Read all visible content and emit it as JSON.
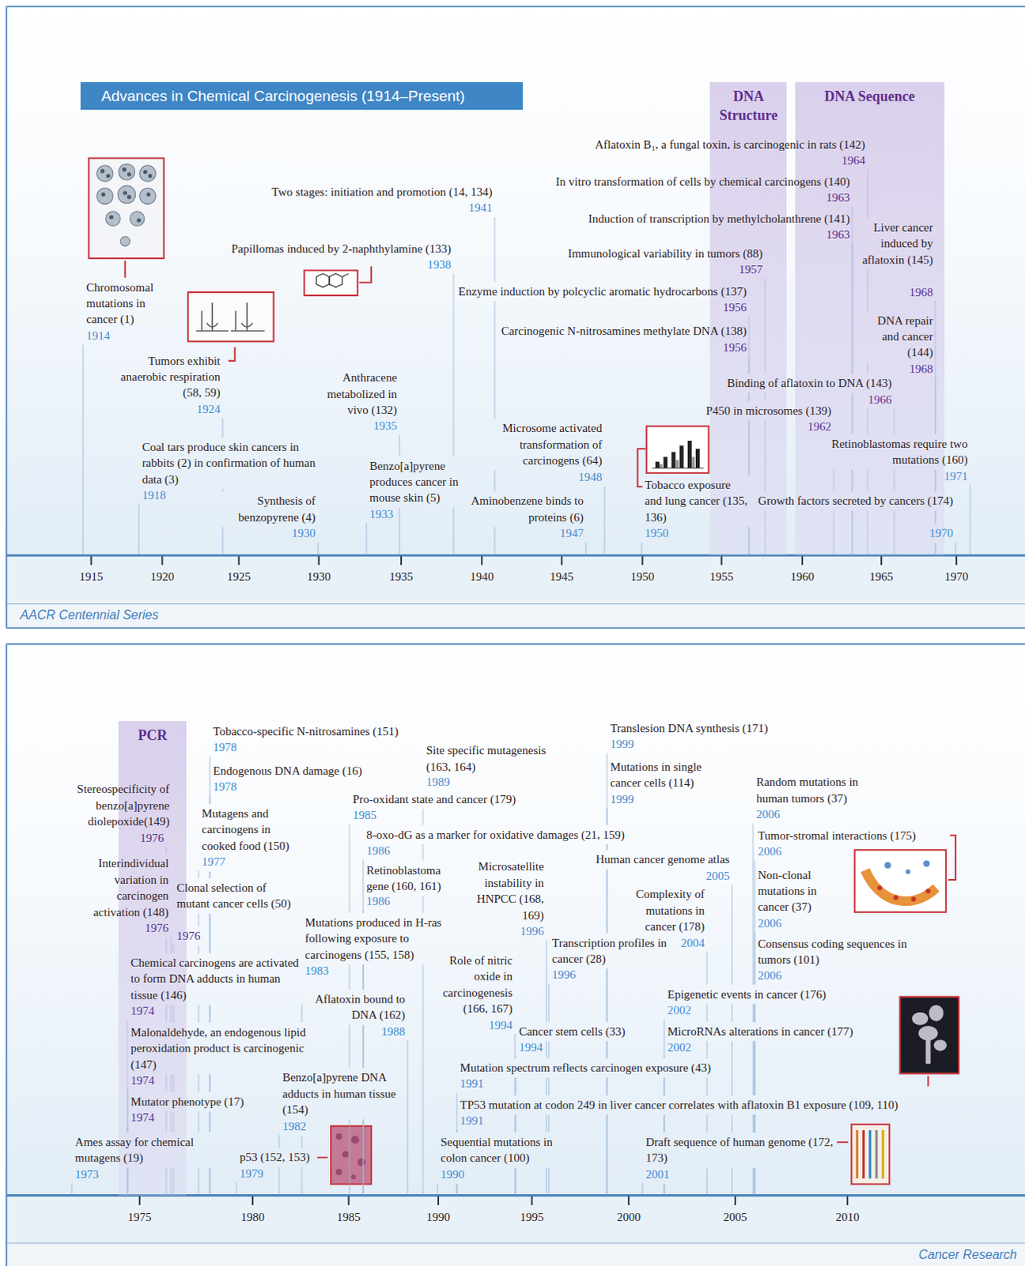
{
  "diagram": {
    "title": "Advances in Chemical Carcinogenesis (1914–Present)",
    "nodes": [
      {
        "text": [
          "DNA Structure"
        ]
      },
      {
        "text": [
          "DNA Sequence"
        ]
      },
      {
        "text": [
          "PCR"
        ]
      }
    ],
    "labels": [
      "Chromosomal mutations in cancer (1)",
      "1914",
      "Tumors exhibit anaerobic respiration (58, 59)",
      "1924",
      "Coal tars produce skin cancers in rabbits (2) in confirmation of human data (3)",
      "1918",
      "Synthesis of benzopyrene (4)",
      "1930",
      "Benzo[a]pyrene produces cancer in mouse skin (5)",
      "1933",
      "Anthracene metabolized in vivo (132)",
      "1935",
      "Papillomas induced by 2-naphthylamine (133)",
      "1938",
      "Two stages: initiation and promotion (14, 134)",
      "1941",
      "Aminobenzene binds to proteins (6)",
      "1947",
      "Microsome activated transformation of carcinogens (64)",
      "1948",
      "Tobacco exposure and lung cancer (135, 136)",
      "1950",
      "Enzyme induction by polcyclic aromatic hydrocarbons (137)",
      "1956",
      "Carcinogenic N-nitrosamines methylate DNA (138)",
      "1956",
      "Immunological variability in tumors (88)",
      "1957",
      "P450 in microsomes (139)",
      "1962",
      "In vitro transformation of cells by chemical carcinogens (140)",
      "1963",
      "Induction of transcription by methylcholanthrene (141)",
      "1963",
      "Aflatoxin B₁, a fungal toxin, is carcinogenic in rats (142)",
      "1964",
      "Binding of aflatoxin to DNA (143)",
      "1966",
      "Liver cancer induced by aflatoxin (145)",
      "1968",
      "DNA repair and cancer (144)",
      "1968",
      "Growth factors secreted by cancers (174)",
      "1970",
      "Retinoblastomas require two mutations (160)",
      "1971",
      "1915",
      "1920",
      "1925",
      "1930",
      "1935",
      "1940",
      "1945",
      "1950",
      "1955",
      "1960",
      "1965",
      "1970",
      "AACR Centennial Series",
      "Ames assay for chemical mutagens (19)",
      "1973",
      "Mutator phenotype (17)",
      "1974",
      "Malonaldehyde, an endogenous lipid peroxidation product is carcinogenic (147)",
      "1974",
      "Chemical carcinogens are activated to form DNA adducts in human tissue (146)",
      "1974",
      "Stereospecificity of benzo[a]pyrene diolepoxide(149)",
      "1976",
      "Interindividual variation in carcinogen activation (148)",
      "1976",
      "Clonal selection of mutant cancer cells (50)",
      "1976",
      "Mutagens and carcinogens in cooked food (150)",
      "1977",
      "Tobacco-specific N-nitrosamines (151)",
      "1978",
      "Endogenous DNA damage (16)",
      "1978",
      "p53 (152, 153)",
      "1979",
      "Benzo[a]pyrene DNA adducts in human tissue (154)",
      "1982",
      "Mutations produced in H-ras following exposure to carcinogens (155, 158)",
      "1983",
      "Pro-oxidant state and cancer (179)",
      "1985",
      "8-oxo-dG as a marker for oxidative damages (21, 159)",
      "1986",
      "Retinoblastoma gene (160, 161)",
      "1986",
      "Aflatoxin bound to DNA (162)",
      "1988",
      "Site specific mutagenesis (163, 164)",
      "1989",
      "Sequential mutations in colon cancer (100)",
      "1990",
      "Mutation spectrum reflects carcinogen exposure (43)",
      "1991",
      "TP53 mutation at codon 249 in liver cancer correlates with aflatoxin B1 exposure (109, 110)",
      "1991",
      "Role of nitric oxide in carcinogenesis (166, 167)",
      "1994",
      "Cancer stem cells (33)",
      "1994",
      "Microsatellite instability in HNPCC (168, 169)",
      "1996",
      "Transcription profiles in cancer (28)",
      "1996",
      "Translesion DNA synthesis (171)",
      "1999",
      "Mutations in single cancer cells (114)",
      "1999",
      "Draft sequence of human genome (172, 173)",
      "2001",
      "Epigenetic events in cancer (176)",
      "2002",
      "MicroRNAs alterations in cancer (177)",
      "2002",
      "Complexity of mutations in cancer (178)",
      "2004",
      "Human cancer genome atlas",
      "2005",
      "Random mutations in human tumors (37)",
      "2006",
      "Tumor-stromal interactions (175)",
      "2006",
      "Non-clonal mutations in cancer (37)",
      "2006",
      "Consensus coding sequences in tumors (101)",
      "2006",
      "1975",
      "1980",
      "1985",
      "1990",
      "1995",
      "2000",
      "2005",
      "2010",
      "Cancer Research"
    ]
  }
}
